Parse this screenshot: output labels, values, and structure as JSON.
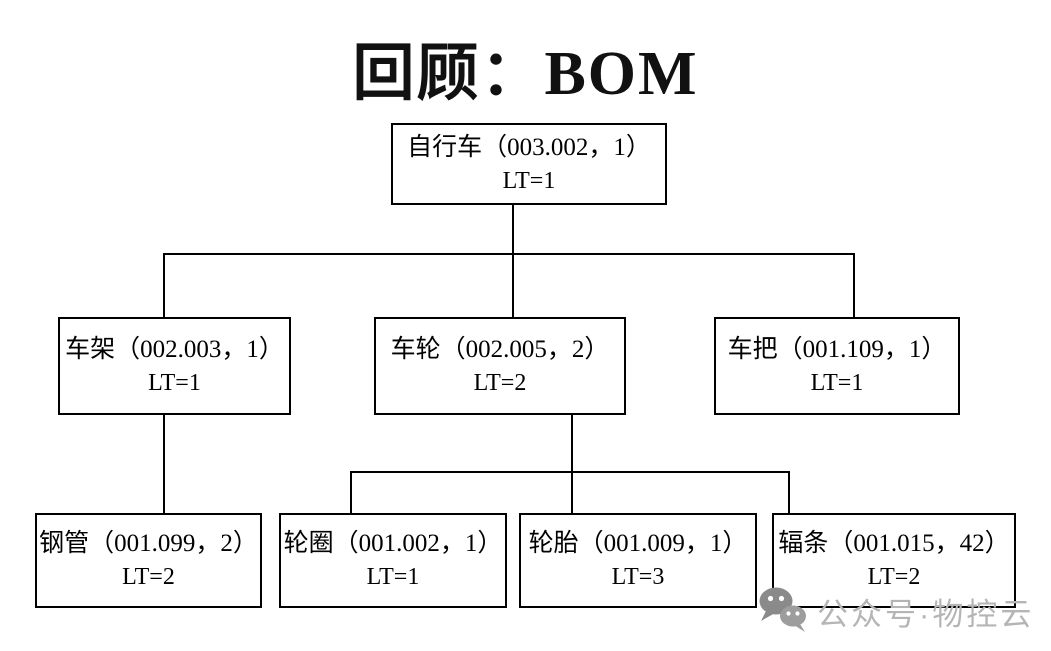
{
  "title": "回顾：BOM",
  "diagram": {
    "type": "tree",
    "description_visible": "BOM tree of a bicycle with item codes, quantities and lead times",
    "nodes": {
      "bicycle": {
        "label": "自行车（003.002，1）",
        "lead_time": "LT=1"
      },
      "frame": {
        "label": "车架（002.003，1）",
        "lead_time": "LT=1"
      },
      "wheel": {
        "label": "车轮（002.005，2）",
        "lead_time": "LT=2"
      },
      "handlebar": {
        "label": "车把（001.109，1）",
        "lead_time": "LT=1"
      },
      "steel_tube": {
        "label": "钢管（001.099，2）",
        "lead_time": "LT=2"
      },
      "rim": {
        "label": "轮圈（001.002，1）",
        "lead_time": "LT=1"
      },
      "tire": {
        "label": "轮胎（001.009，1）",
        "lead_time": "LT=3"
      },
      "spokes": {
        "label": "辐条（001.015，42）",
        "lead_time": "LT=2"
      }
    },
    "edges": [
      {
        "from": "bicycle",
        "to": "frame"
      },
      {
        "from": "bicycle",
        "to": "wheel"
      },
      {
        "from": "bicycle",
        "to": "handlebar"
      },
      {
        "from": "frame",
        "to": "steel_tube"
      },
      {
        "from": "wheel",
        "to": "rim"
      },
      {
        "from": "wheel",
        "to": "tire"
      },
      {
        "from": "wheel",
        "to": "spokes"
      }
    ]
  },
  "watermark": {
    "icon": "wechat-icon",
    "text": "公众号·物控云"
  },
  "colors": {
    "line": "#000000",
    "box_border": "#000000",
    "text": "#000000",
    "watermark_text": "#b5b5b5",
    "watermark_icon": "#8a8a8a"
  }
}
